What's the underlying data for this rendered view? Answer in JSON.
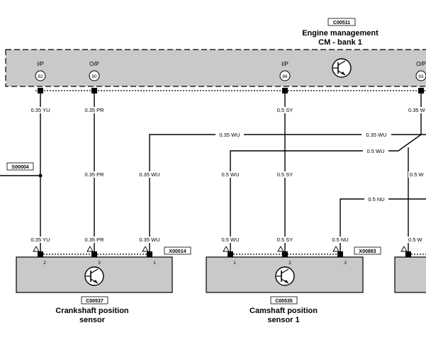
{
  "ecu": {
    "ref": "C00511",
    "title_line1": "Engine management",
    "title_line2": "CM - bank 1",
    "pins": [
      {
        "type": "I/P",
        "num": "82"
      },
      {
        "type": "O/P",
        "num": "90"
      },
      {
        "type": "I/P",
        "num": "86"
      },
      {
        "type": "O/P",
        "num": "93"
      }
    ]
  },
  "splice": {
    "ref": "S00004"
  },
  "crank_sensor": {
    "ref": "C00537",
    "title_line1": "Crankshaft position",
    "title_line2": "sensor",
    "connector": "X00014",
    "pins": [
      "2",
      "3",
      "1"
    ]
  },
  "cam_sensor": {
    "ref": "C00535",
    "title_line1": "Camshaft position",
    "title_line2": "sensor 1",
    "connector": "X00883",
    "pins": [
      "1",
      "2",
      "3"
    ]
  },
  "wires": {
    "yu": "0.35 YU",
    "pr": "0.35 PR",
    "wu35": "0.35 WU",
    "sy": "0.5 SY",
    "wu5": "0.5 WU",
    "nu": "0.5 NU",
    "right_top": "0.35 W",
    "right_mid": "0.5 W",
    "right_bot": "0.5 W"
  }
}
